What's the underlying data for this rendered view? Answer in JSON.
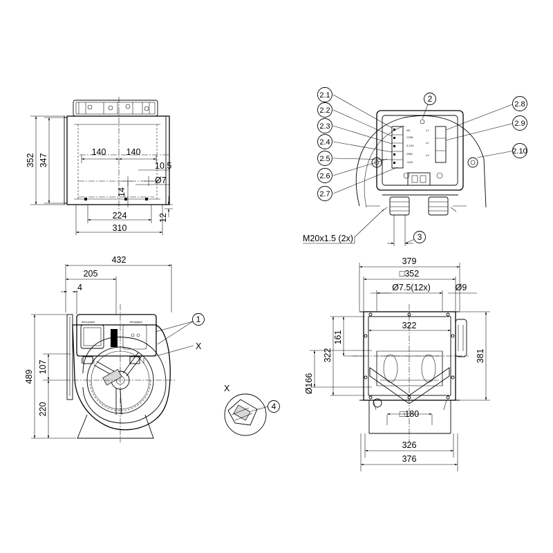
{
  "views": {
    "top": {
      "dims": {
        "h352": "352",
        "h347": "347",
        "w140a": "140",
        "w140b": "140",
        "d10_5": "10.5",
        "d7": "Ø7",
        "d14": "14",
        "w224": "224",
        "w310": "310",
        "d12": "12"
      }
    },
    "box_detail": {
      "callouts": [
        "2.1",
        "2.2",
        "2.3",
        "2.4",
        "2.5",
        "2.6",
        "2.7",
        "2",
        "2.8",
        "2.9",
        "2.10",
        "3"
      ],
      "gland_label": "M20x1.5 (2x)"
    },
    "side": {
      "dims": {
        "w432": "432",
        "w205": "205",
        "d4": "4",
        "h489": "489",
        "h107": "107",
        "h220": "220"
      },
      "callout1": "1",
      "label_x": "X"
    },
    "detail_x": {
      "label": "X",
      "callout": "4"
    },
    "front": {
      "dims": {
        "w379": "379",
        "sq352": "□352",
        "holes": "Ø7.5(12x)",
        "d9": "Ø9",
        "w322": "322",
        "h161": "161",
        "h322": "322",
        "d166": "Ø166",
        "h381": "381",
        "sq180": "□180",
        "w326": "326",
        "w376": "376"
      }
    }
  }
}
